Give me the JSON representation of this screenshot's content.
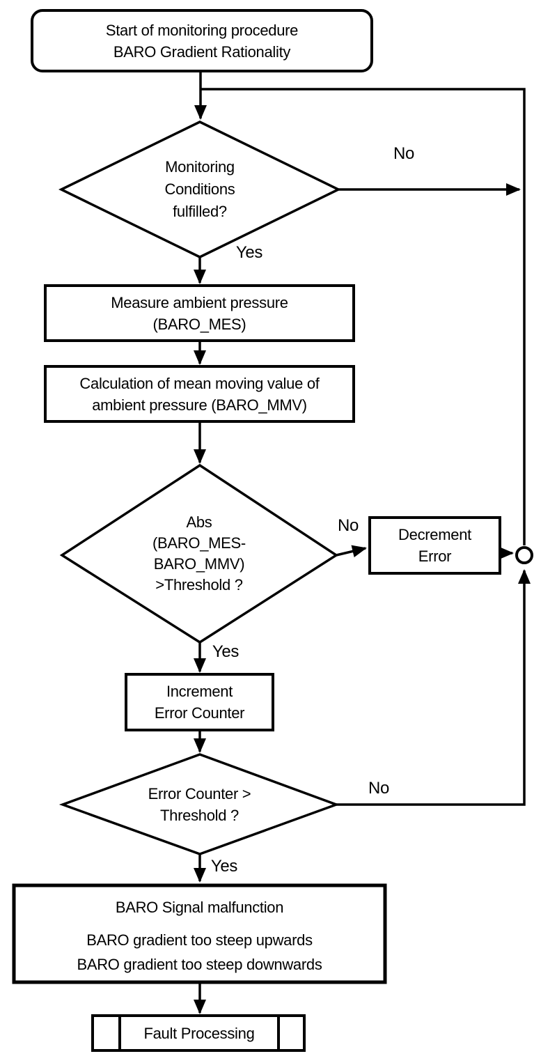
{
  "diagram": {
    "background_color": "#ffffff",
    "line_color": "#000000",
    "nodes": {
      "start": {
        "shape": "rounded-rect",
        "label": "Start of monitoring procedure\nBARO Gradient Rationality"
      },
      "monitoring_decision": {
        "shape": "diamond",
        "label": "Monitoring\nConditions\nfulfilled?"
      },
      "measure": {
        "shape": "rect",
        "label": "Measure ambient pressure\n(BARO_MES)"
      },
      "calc": {
        "shape": "rect",
        "label": "Calculation of mean moving value of\nambient pressure (BARO_MMV)"
      },
      "abs_decision": {
        "shape": "diamond",
        "label": "Abs\n(BARO_MES-\nBARO_MMV)\n>Threshold ?"
      },
      "decrement": {
        "shape": "rect",
        "label": "Decrement\nError"
      },
      "increment": {
        "shape": "rect",
        "label": "Increment\nError Counter"
      },
      "counter_decision": {
        "shape": "diamond",
        "label": "Error Counter >\nThreshold ?"
      },
      "malfunction": {
        "shape": "rect",
        "title": "BARO Signal malfunction",
        "body": "BARO gradient too steep upwards\nBARO gradient too steep downwards"
      },
      "fault": {
        "shape": "predefined-process",
        "label": "Fault Processing"
      }
    },
    "edge_labels": {
      "monitoring_no": "No",
      "monitoring_yes": "Yes",
      "abs_no": "No",
      "abs_yes": "Yes",
      "counter_no": "No",
      "counter_yes": "Yes"
    }
  }
}
